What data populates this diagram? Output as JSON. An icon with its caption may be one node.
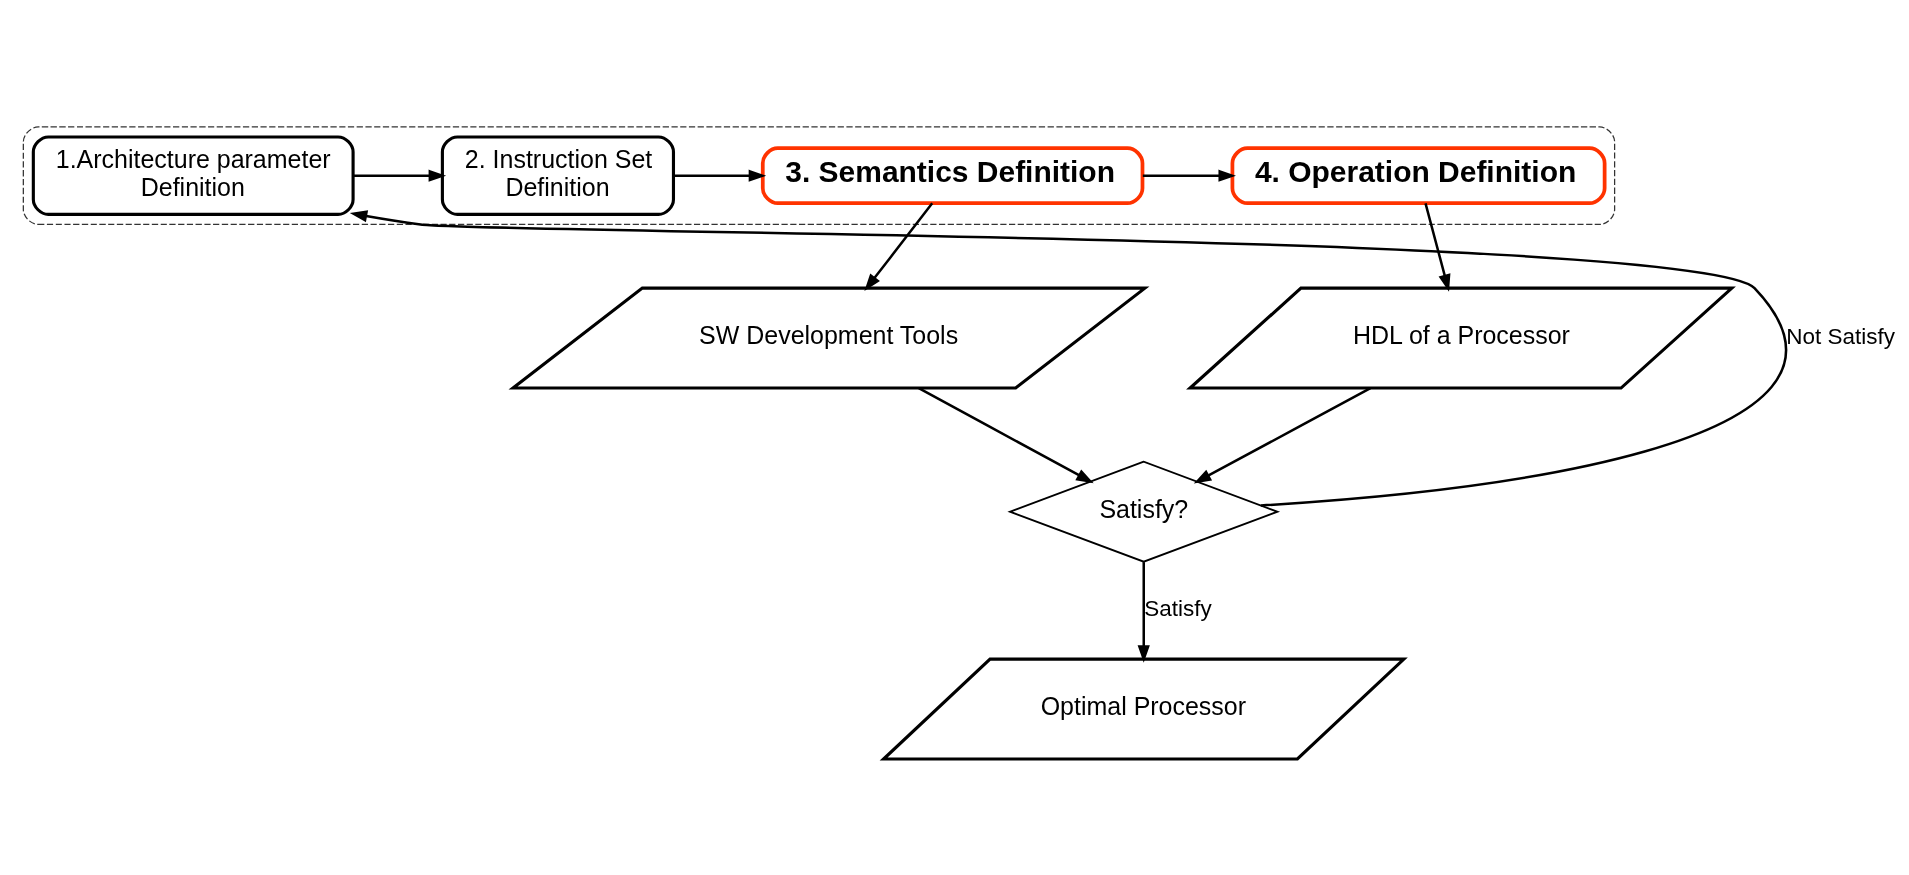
{
  "diagram": {
    "nodes": [
      {
        "text": [],
        "shape": "box"
      },
      {
        "text": [
          "1.Architecture parameter Definition"
        ],
        "in": 0
      },
      {
        "text": [
          "2. Instruction Set Definition"
        ],
        "in": 0
      },
      {
        "text": [
          "3. Semantics Definition"
        ],
        "in": 0
      },
      {
        "text": [
          "4. Operation Definition"
        ],
        "in": 0
      },
      {
        "text": [
          "SW Development Tools"
        ]
      },
      {
        "text": [
          "HDL of a Processor"
        ]
      },
      {
        "text": [
          "Satisfy?"
        ]
      },
      {
        "text": [
          "Optimal Processor"
        ]
      }
    ],
    "edges": [
      {
        "from": 1,
        "to": 2,
        "arrow": "to"
      },
      {
        "from": 2,
        "to": 3,
        "arrow": "to"
      },
      {
        "from": 3,
        "to": 4,
        "arrow": "to"
      },
      {
        "from": 3,
        "to": 5,
        "arrow": "to"
      },
      {
        "from": 4,
        "to": 6,
        "arrow": "to"
      },
      {
        "from": 5,
        "to": 7,
        "arrow": "to"
      },
      {
        "from": 6,
        "to": 7,
        "arrow": "to"
      },
      {
        "from": 7,
        "to": 1,
        "arrow": "to",
        "label": "Not Satisfy"
      },
      {
        "from": 7,
        "to": 8,
        "arrow": "to",
        "label": "Satisfy"
      }
    ]
  }
}
